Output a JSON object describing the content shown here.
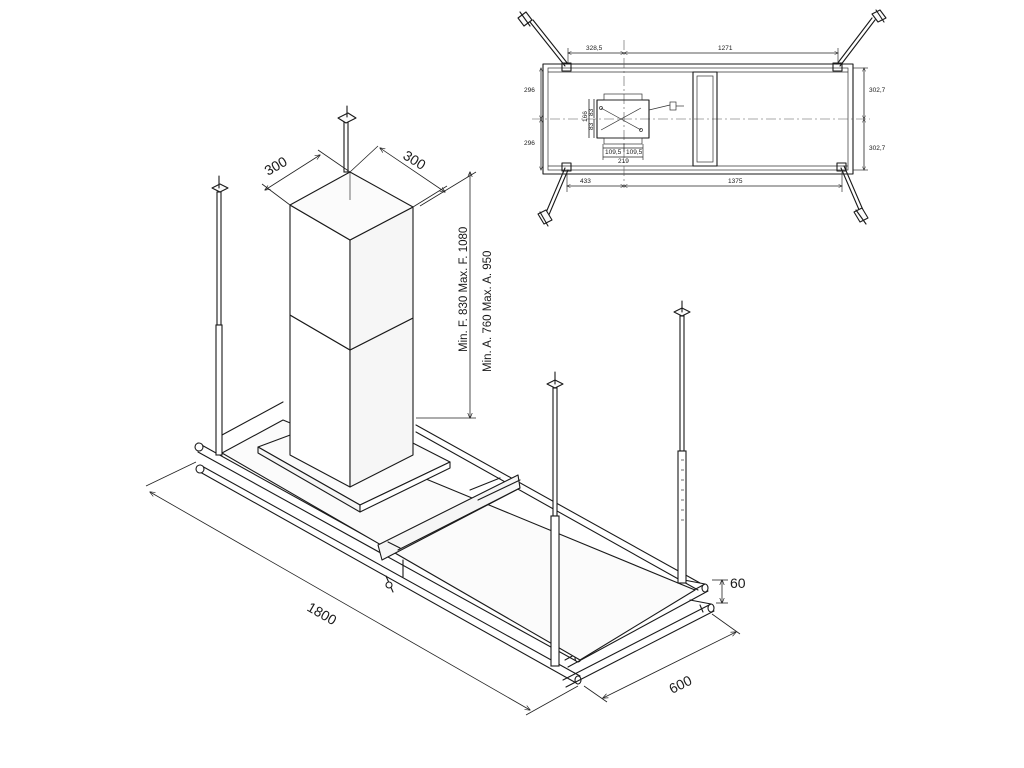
{
  "dimensions_3d": {
    "cover_width_left": "300",
    "cover_width_right": "300",
    "height_f": "Min. F. 830  Max. F. 1080",
    "height_a": "Min. A. 760  Max. A. 950",
    "frame_length": "1800",
    "frame_width": "600",
    "tube_spacing": "60"
  },
  "plan_view": {
    "top_left": "328,5",
    "top_right": "1271",
    "bottom_left": "433",
    "bottom_right": "1375",
    "left_upper": "296",
    "left_lower": "296",
    "right_upper": "302,7",
    "right_lower": "302,7",
    "motor_height": "166",
    "motor_inner_a": "83",
    "motor_inner_b": "83",
    "motor_half_left": "109,5",
    "motor_half_right": "109,5",
    "motor_width": "219"
  }
}
